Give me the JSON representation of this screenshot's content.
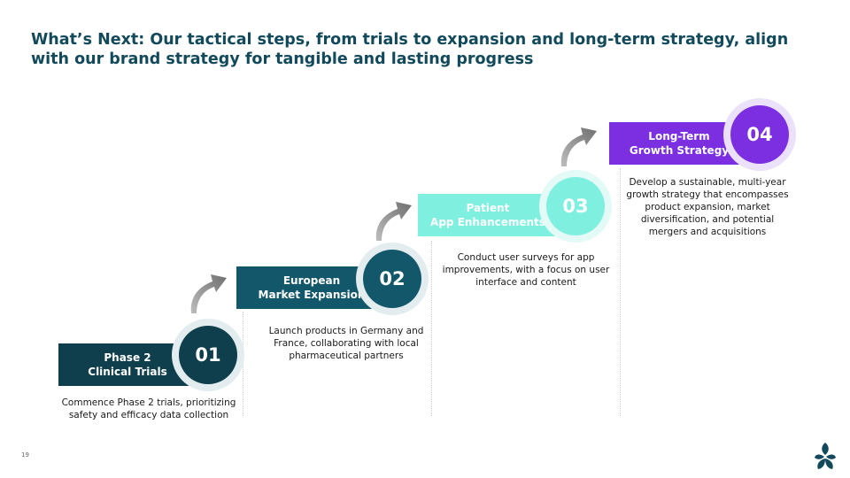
{
  "title": "What’s Next: Our tactical steps, from trials to expansion and long-term strategy, align with our brand strategy for tangible and lasting progress",
  "page_number": "19",
  "colors": {
    "title": "#124a5c",
    "step1": "#0f3e4c",
    "step2": "#13586a",
    "step3": "#7ff0df",
    "step4": "#7b2fe0"
  },
  "steps": [
    {
      "number": "01",
      "label_line1": "Phase 2",
      "label_line2": "Clinical Trials",
      "description": "Commence Phase 2 trials, prioritizing safety and efficacy data collection"
    },
    {
      "number": "02",
      "label_line1": "European",
      "label_line2": "Market Expansion",
      "description": "Launch products in Germany and France, collaborating with local pharmaceutical partners"
    },
    {
      "number": "03",
      "label_line1": "Patient",
      "label_line2": "App Enhancements",
      "description": "Conduct user surveys for app improvements, with a focus on user interface and content"
    },
    {
      "number": "04",
      "label_line1": "Long-Term",
      "label_line2": "Growth Strategy",
      "description": "Develop a sustainable, multi-year growth strategy that encompasses product expansion, market diversification, and potential mergers and acquisitions"
    }
  ],
  "icons": [
    "curved-arrow-icon",
    "leaf-logo-icon"
  ]
}
